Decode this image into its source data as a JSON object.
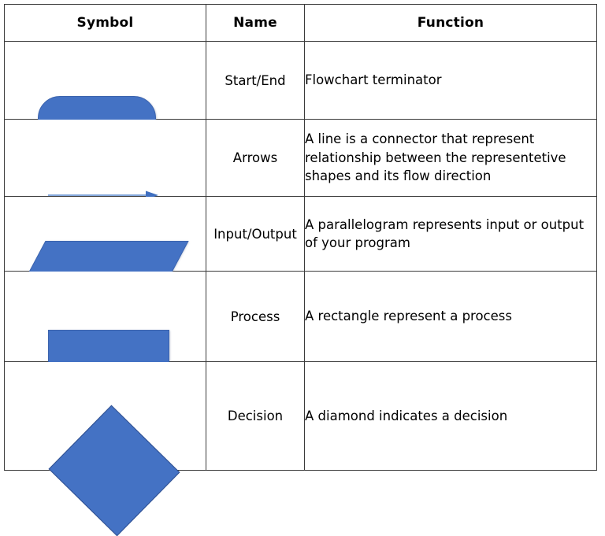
{
  "table": {
    "columns": [
      {
        "key": "symbol",
        "label": "Symbol"
      },
      {
        "key": "name",
        "label": "Name"
      },
      {
        "key": "function",
        "label": "Function"
      }
    ],
    "rows": [
      {
        "symbol_shape": "rounded-rectangle-terminator",
        "name": "Start/End",
        "function": "Flowchart terminator"
      },
      {
        "symbol_shape": "arrow-line-right",
        "name": "Arrows",
        "function": "A line is a connector that represent relationship between the representetive shapes and its flow direction"
      },
      {
        "symbol_shape": "parallelogram",
        "name": "Input/Output",
        "function": "A parallelogram represents input or output of your program"
      },
      {
        "symbol_shape": "rectangle",
        "name": "Process",
        "function": "A rectangle represent a process"
      },
      {
        "symbol_shape": "diamond",
        "name": "Decision",
        "function": "A diamond indicates a decision"
      }
    ]
  },
  "colors": {
    "shape_fill": "#4472C4",
    "shape_stroke": "#3b63ad",
    "arrow_color": "#5B8BD0",
    "table_border": "#3a3a3a",
    "background": "#ffffff",
    "text": "#000000"
  }
}
